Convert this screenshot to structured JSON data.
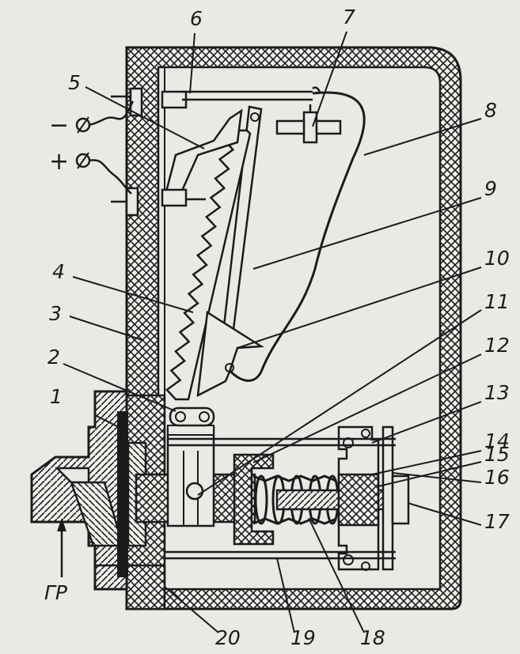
{
  "diagram": {
    "part_labels": [
      "1",
      "2",
      "3",
      "4",
      "5",
      "6",
      "7",
      "8",
      "9",
      "10",
      "11",
      "12",
      "13",
      "14",
      "15",
      "16",
      "17",
      "18",
      "19",
      "20"
    ],
    "polarity": {
      "minus": "−",
      "plus": "+"
    },
    "arrow_label": "ГР"
  },
  "colors": {
    "ink": "#1b1b1b",
    "paper": "#e9e9e6"
  }
}
